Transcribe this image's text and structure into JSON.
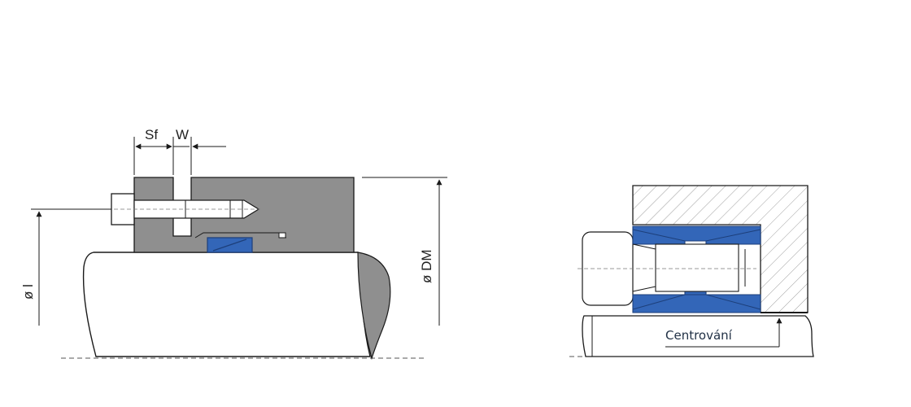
{
  "labels": {
    "sf": "Sf",
    "w": "W",
    "dm": "ø DM",
    "d": "ø l",
    "centering": "Centrování"
  },
  "colors": {
    "body_gray": "#8f8f8f",
    "ring_blue": "#3366b8",
    "ring_dark": "#1d3f7a",
    "line": "#1a1a1a",
    "hatch": "#9a9a9a"
  }
}
